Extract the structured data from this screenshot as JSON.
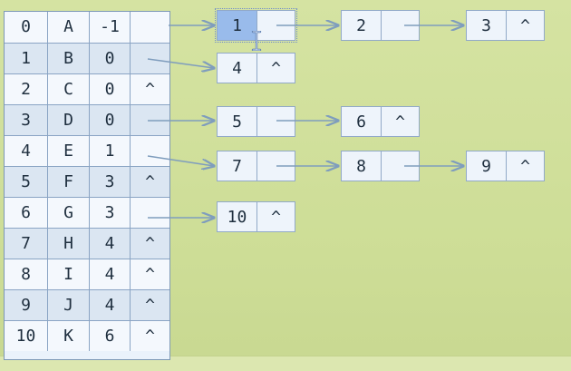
{
  "table": {
    "rows": [
      {
        "index": "0",
        "name": "A",
        "parent": "-1",
        "first_child": ""
      },
      {
        "index": "1",
        "name": "B",
        "parent": "0",
        "first_child": ""
      },
      {
        "index": "2",
        "name": "C",
        "parent": "0",
        "first_child": "^"
      },
      {
        "index": "3",
        "name": "D",
        "parent": "0",
        "first_child": ""
      },
      {
        "index": "4",
        "name": "E",
        "parent": "1",
        "first_child": ""
      },
      {
        "index": "5",
        "name": "F",
        "parent": "3",
        "first_child": "^"
      },
      {
        "index": "6",
        "name": "G",
        "parent": "3",
        "first_child": ""
      },
      {
        "index": "7",
        "name": "H",
        "parent": "4",
        "first_child": "^"
      },
      {
        "index": "8",
        "name": "I",
        "parent": "4",
        "first_child": "^"
      },
      {
        "index": "9",
        "name": "J",
        "parent": "4",
        "first_child": "^"
      },
      {
        "index": "10",
        "name": "K",
        "parent": "6",
        "first_child": "^"
      }
    ]
  },
  "lists": {
    "row0": [
      {
        "value": "1",
        "next": ""
      },
      {
        "value": "2",
        "next": ""
      },
      {
        "value": "3",
        "next": "^"
      }
    ],
    "row1": [
      {
        "value": "4",
        "next": "^"
      }
    ],
    "row3": [
      {
        "value": "5",
        "next": ""
      },
      {
        "value": "6",
        "next": "^"
      }
    ],
    "row4": [
      {
        "value": "7",
        "next": ""
      },
      {
        "value": "8",
        "next": ""
      },
      {
        "value": "9",
        "next": "^"
      }
    ],
    "row6": [
      {
        "value": "10",
        "next": "^"
      }
    ]
  },
  "colors": {
    "background": "#cfdf9a",
    "table_fill": "#eaf2fb",
    "selection": "#99bbeb",
    "border": "#91a9c8",
    "arrow": "#7f9dbd"
  },
  "icons": {
    "cursor": "text-cursor-icon"
  }
}
